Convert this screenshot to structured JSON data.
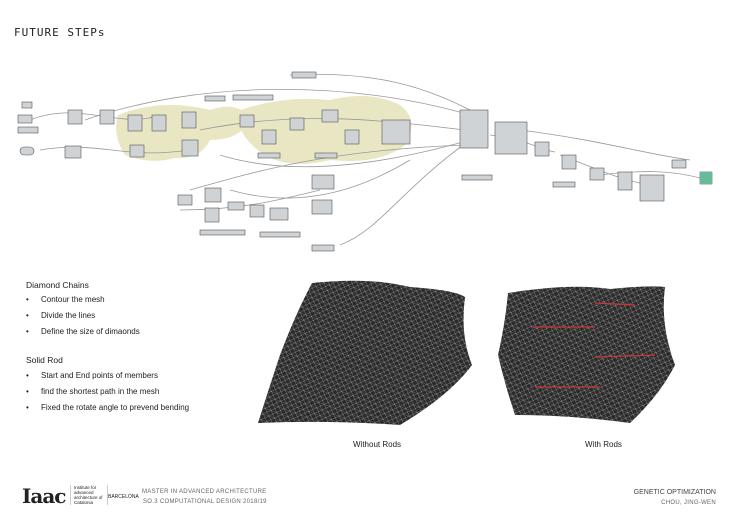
{
  "title": "FUTURE STEPs",
  "diamond": {
    "heading": "Diamond Chains",
    "items": [
      "Contour the mesh",
      "Divide the lines",
      "Define the size of dimaonds"
    ]
  },
  "rod": {
    "heading": "Solid Rod",
    "items": [
      "Start and End points of members",
      "find the shortest path in the mesh",
      "Fixed the rotate angle to prevend bending"
    ]
  },
  "captions": {
    "left": "Without Rods",
    "right": "With Rods"
  },
  "footer": {
    "logo": "Iaac",
    "institute": "Institute for advanced architecture of Catalonia",
    "city": "BARCELONA",
    "program": "MASTER IN ADVANCED ARCHITECTURE",
    "course": "SO.3 COMPUTATIONAL DESIGN 2018/19",
    "project": "GENETIC OPTIMIZATION",
    "author": "CHOU, JING-WEN"
  },
  "colors": {
    "rod": "#c0392b",
    "blob": "#e9e6c4"
  }
}
